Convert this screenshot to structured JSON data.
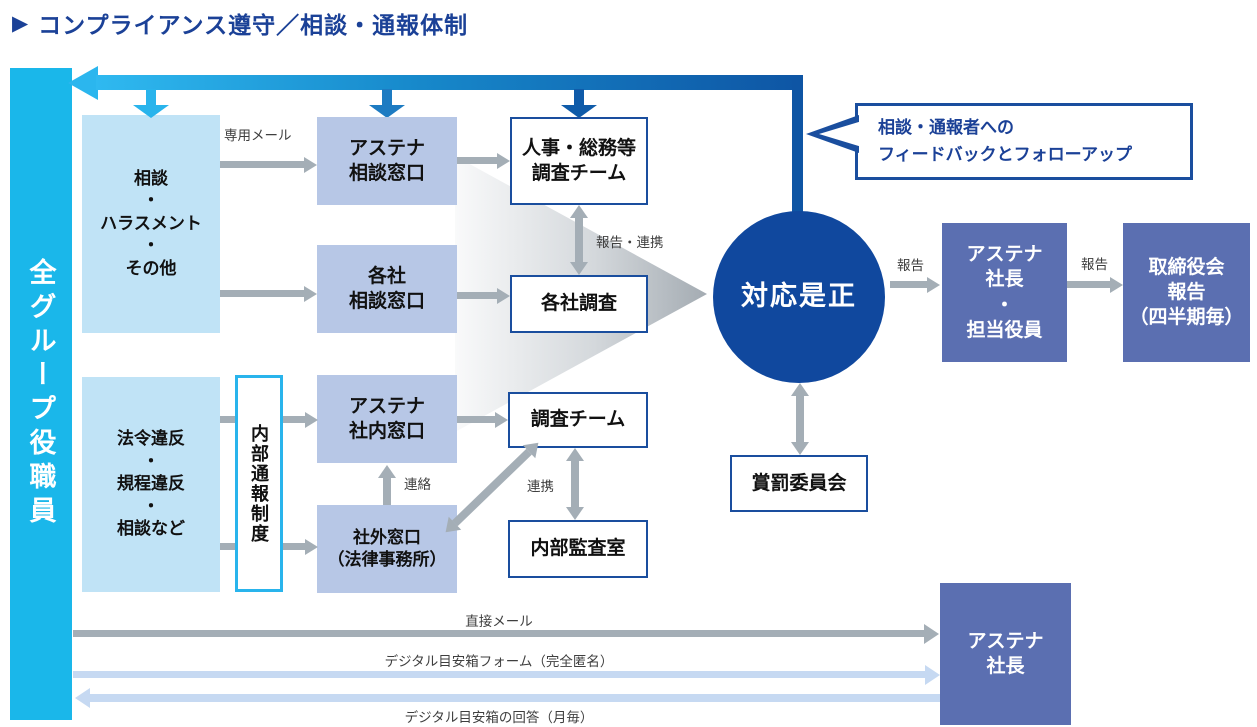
{
  "title": {
    "marker": "▶",
    "text": "コンプライアンス遵守／相談・通報体制"
  },
  "left_bar": {
    "label": "全グループ役職員"
  },
  "boxes": {
    "consult": {
      "label": "相談\n・\nハラスメント\n・\nその他"
    },
    "violation": {
      "label": "法令違反\n・\n規程違反\n・\n相談など"
    },
    "internal_system": {
      "label": "内部通報制度"
    },
    "astena_consult_desk": {
      "label": "アステナ\n相談窓口"
    },
    "company_consult_desk": {
      "label": "各社\n相談窓口"
    },
    "astena_internal_desk": {
      "label": "アステナ\n社内窓口"
    },
    "external_desk": {
      "label": "社外窓口\n（法律事務所）"
    },
    "hr_team": {
      "label": "人事・総務等\n調査チーム"
    },
    "company_investigation": {
      "label": "各社調査"
    },
    "investigation_team": {
      "label": "調査チーム"
    },
    "internal_audit": {
      "label": "内部監査室"
    },
    "reward_punishment": {
      "label": "賞罰委員会"
    },
    "corrective_action": {
      "label": "対応是正"
    },
    "president_exec": {
      "label": "アステナ\n社長\n・\n担当役員"
    },
    "board_report": {
      "label": "取締役会\n報告\n（四半期毎）"
    },
    "president": {
      "label": "アステナ\n社長"
    }
  },
  "callout": {
    "label": "相談・通報者への\nフィードバックとフォローアップ"
  },
  "labels": {
    "dedicated_mail": "専用メール",
    "report_coordination": "報告・連携",
    "contact": "連絡",
    "coordination": "連携",
    "report_to_president": "報告",
    "report_to_board": "報告",
    "direct_mail": "直接メール",
    "suggestion_box_form": "デジタル目安箱フォーム（完全匿名）",
    "suggestion_box_reply": "デジタル目安箱の回答（月毎）"
  },
  "colors": {
    "title_navy": "#1B4197",
    "cyan": "#1AB7EA",
    "navy": "#0E55A4",
    "circle_blue": "#10489E",
    "border_blue": "#1A4E9E",
    "light_blue_box": "#C0E3F6",
    "periwinkle_box": "#B7C7E6",
    "slate_box": "#5B6FB1",
    "arrow_gray": "#A4AEB6",
    "arrow_light_blue": "#C6D9F2"
  }
}
